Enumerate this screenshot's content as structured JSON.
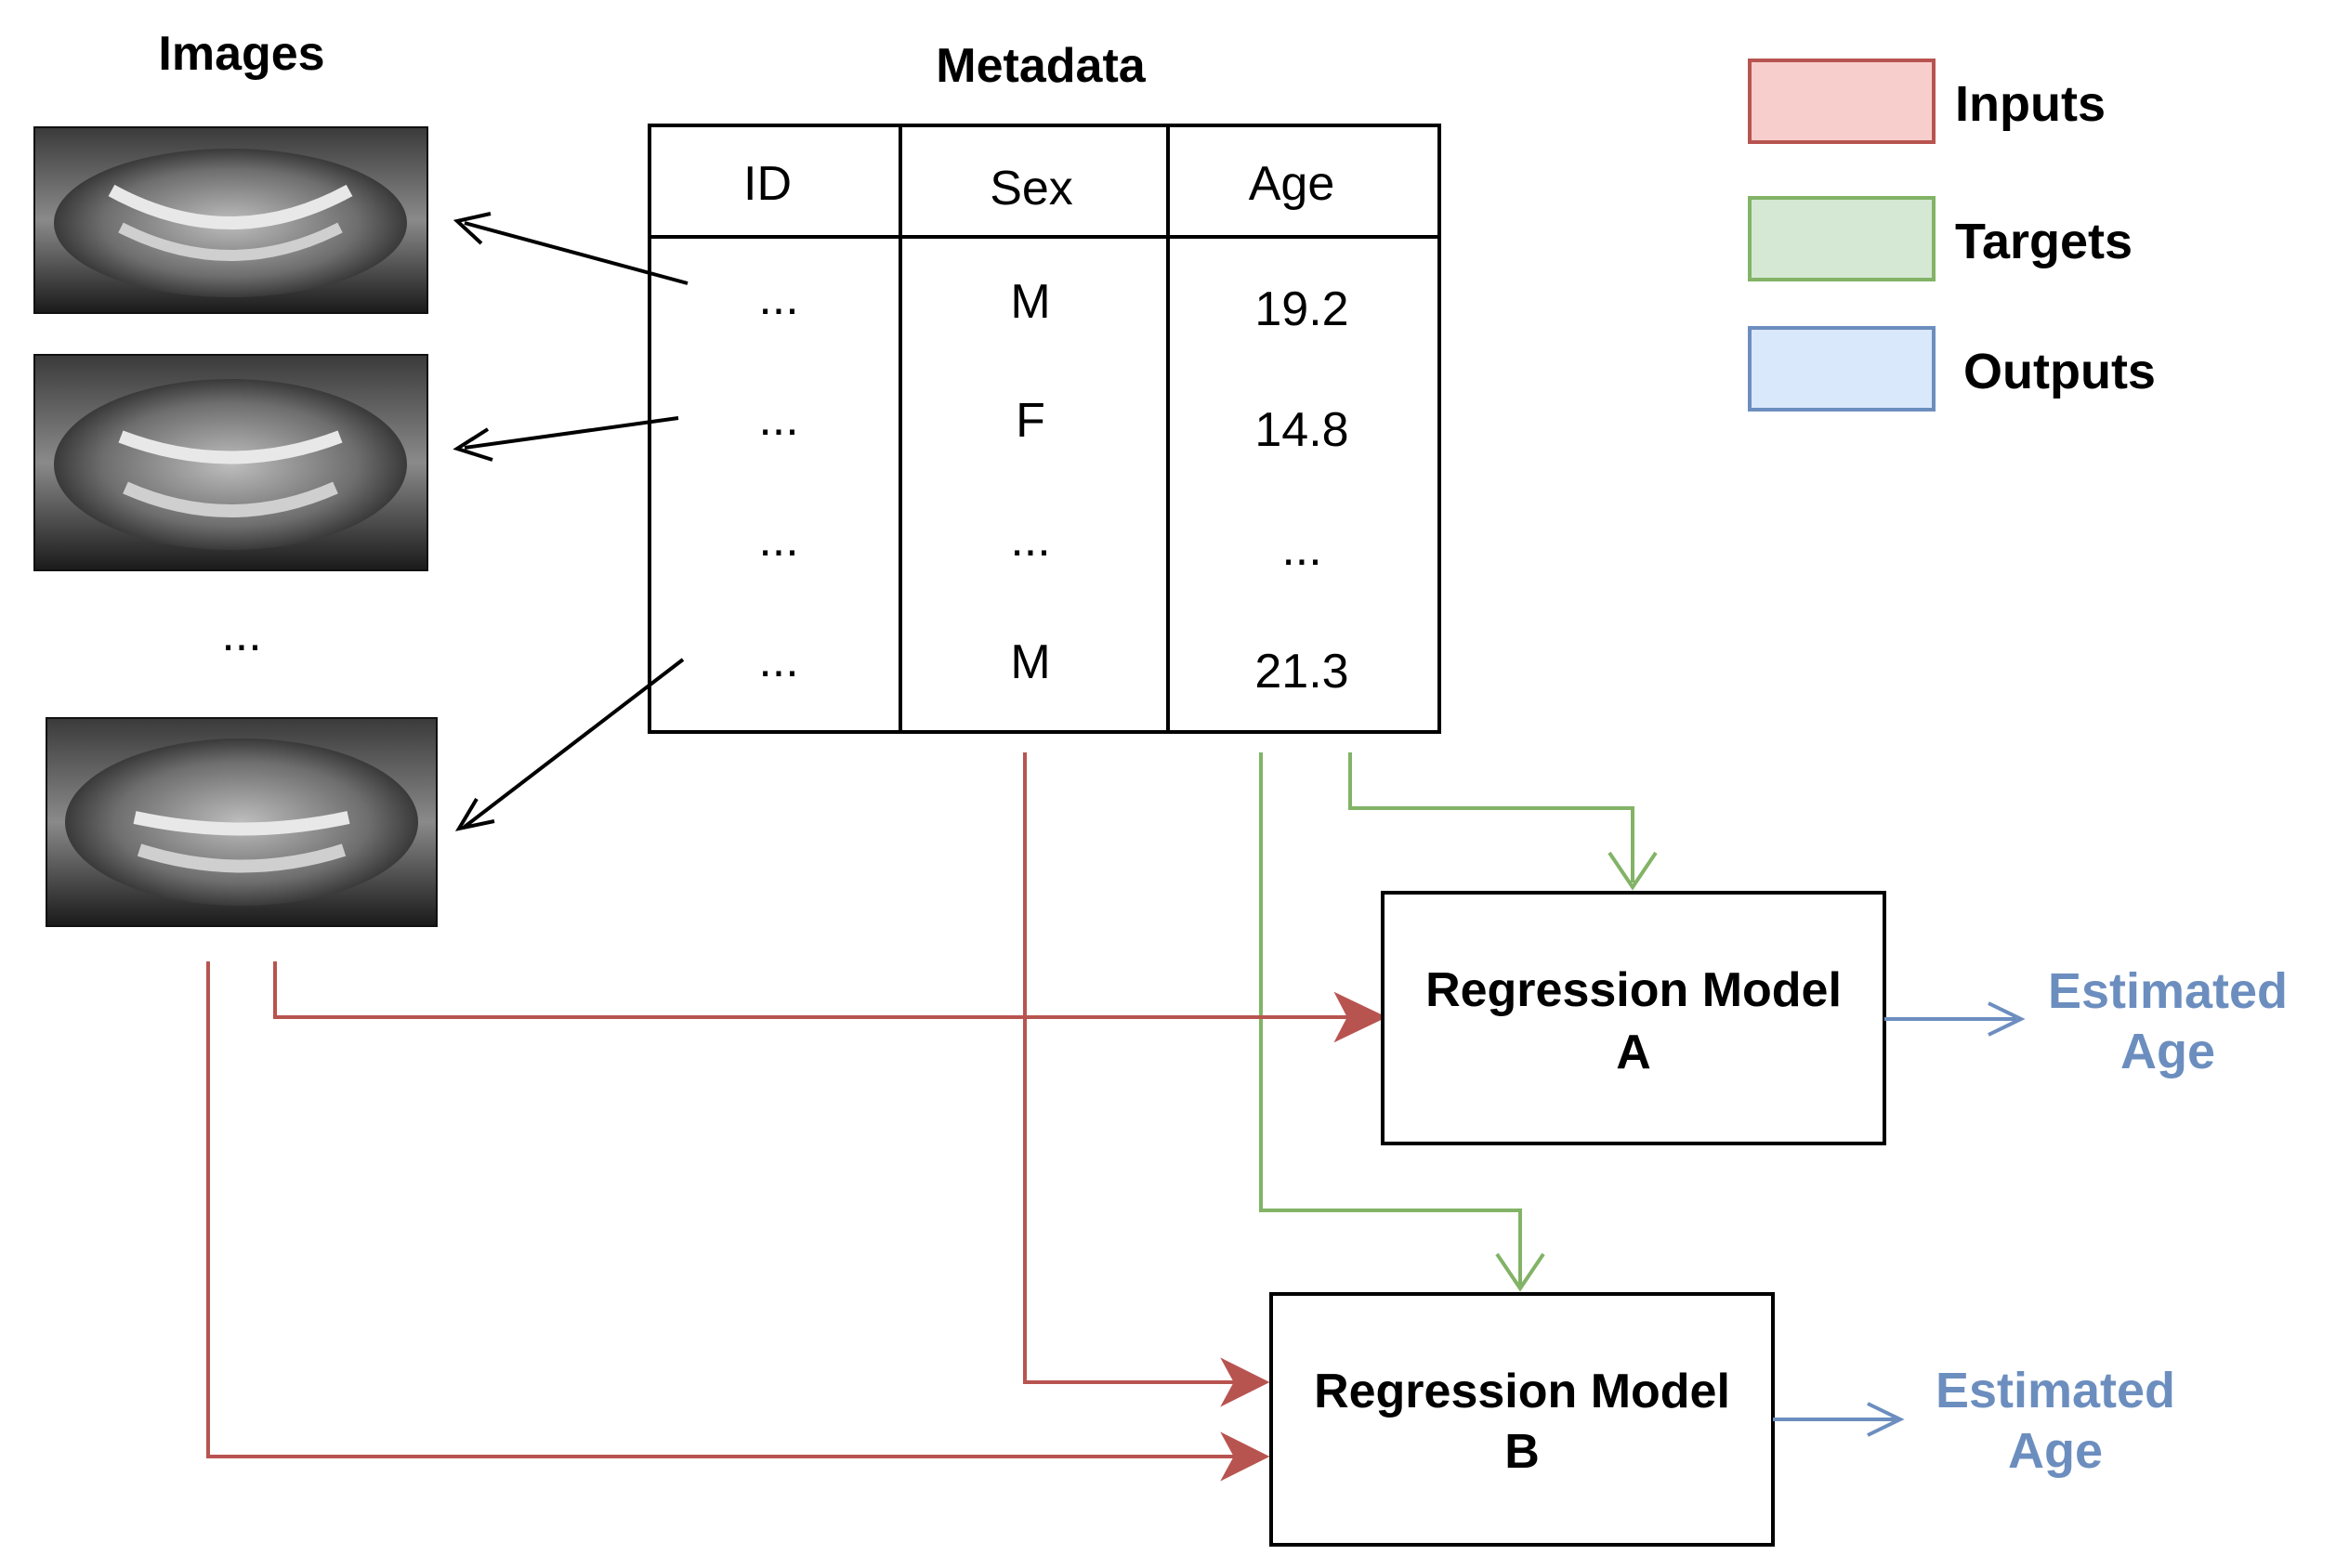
{
  "images": {
    "title": "Images",
    "ellipsis": "..."
  },
  "metadata": {
    "title": "Metadata",
    "columns": [
      "ID",
      "Sex",
      "Age"
    ],
    "rows": [
      [
        "...",
        "M",
        "19.2"
      ],
      [
        "...",
        "F",
        "14.8"
      ],
      [
        "...",
        "...",
        "..."
      ],
      [
        "...",
        "M",
        "21.3"
      ]
    ]
  },
  "legend": {
    "items": [
      {
        "label": "Inputs",
        "fill": "#f8cecc",
        "stroke": "#b85450"
      },
      {
        "label": "Targets",
        "fill": "#d5e8d4",
        "stroke": "#82b366"
      },
      {
        "label": "Outputs",
        "fill": "#dae8fc",
        "stroke": "#6c8ebf"
      }
    ]
  },
  "models": {
    "a": {
      "line1": "Regression Model",
      "line2": "A"
    },
    "b": {
      "line1": "Regression Model",
      "line2": "B"
    }
  },
  "outputs": {
    "a": {
      "line1": "Estimated",
      "line2": "Age"
    },
    "b": {
      "line1": "Estimated",
      "line2": "Age"
    }
  },
  "colors": {
    "input_arrow": "#b85450",
    "target_arrow": "#82b366",
    "output_arrow": "#6c8ebf",
    "output_text": "#6c8ebf"
  }
}
